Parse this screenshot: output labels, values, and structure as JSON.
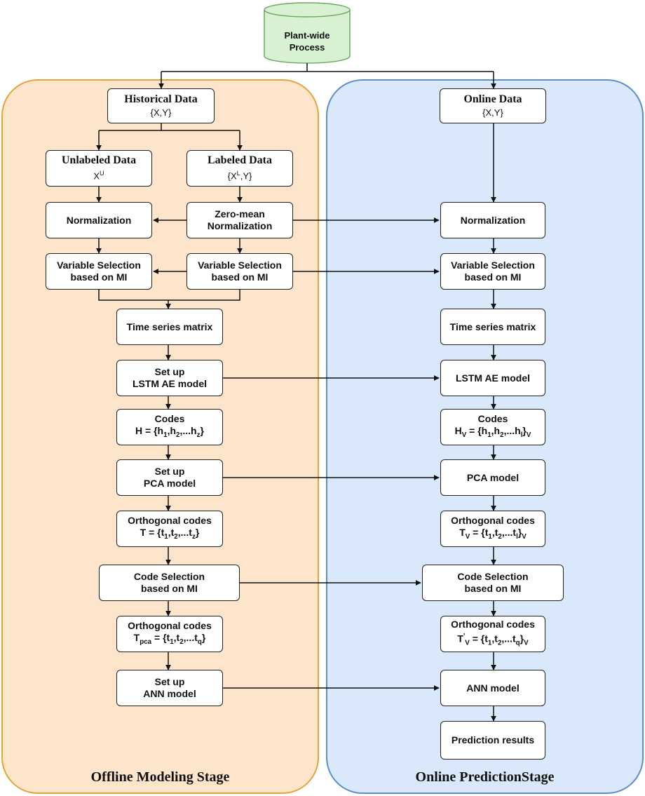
{
  "source": {
    "title_line1": "Plant-wide",
    "title_line2": "Process"
  },
  "offline": {
    "stage_title": "Offline Modeling Stage",
    "historical": {
      "title": "Historical Data",
      "sub": "{X,Y}"
    },
    "unlabeled": {
      "title": "Unlabeled Data",
      "sub": "X",
      "sub_sup": "U"
    },
    "labeled": {
      "title": "Labeled Data",
      "sub_pre": "{X",
      "sub_sup": "L",
      "sub_post": ",Y}"
    },
    "normalization": "Normalization",
    "zero_mean": {
      "line1": "Zero-mean",
      "line2": "Normalization"
    },
    "var_sel_left": {
      "line1": "Variable Selection",
      "line2": "based on MI"
    },
    "var_sel_right": {
      "line1": "Variable Selection",
      "line2": "based on MI"
    },
    "time_series": "Time series matrix",
    "lstm": {
      "line1": "Set up",
      "line2": "LSTM AE model"
    },
    "codes": {
      "line1": "Codes",
      "line2_pre": "H = {h",
      "s1": "1",
      "m1": ",h",
      "s2": "2",
      "m2": ",...h",
      "s3": "z",
      "end": "}"
    },
    "pca": {
      "line1": "Set up",
      "line2": "PCA model"
    },
    "ortho1": {
      "line1": "Orthogonal codes",
      "line2_pre": "T = {t",
      "s1": "1",
      "m1": ",t",
      "s2": "2",
      "m2": ",...t",
      "s3": "z",
      "end": "}"
    },
    "code_sel": {
      "line1": "Code Selection",
      "line2": "based on MI"
    },
    "ortho2": {
      "line1": "Orthogonal codes",
      "l2a": "T",
      "l2sub": "pca",
      "l2b": " = {t",
      "s1": "1",
      "m1": ",t",
      "s2": "2",
      "m2": ",...t",
      "s3": "q",
      "end": "}"
    },
    "ann": {
      "line1": "Set up",
      "line2": "ANN model"
    }
  },
  "online": {
    "stage_title": "Online PredictionStage",
    "online_data": {
      "title": "Online Data",
      "sub": "{X,Y}"
    },
    "normalization": "Normalization",
    "var_sel": {
      "line1": "Variable Selection",
      "line2": "based on MI"
    },
    "time_series": "Time series matrix",
    "lstm": "LSTM AE model",
    "codes": {
      "line1": "Codes",
      "a": "H",
      "asub": "V",
      "b": " = {h",
      "s1": "1",
      "m1": ",h",
      "s2": "2",
      "m2": ",...h",
      "s3": "l",
      "c": "}",
      "csub": "V"
    },
    "pca": "PCA model",
    "ortho1": {
      "line1": "Orthogonal codes",
      "a": "T",
      "asub": "V",
      "b": " = {t",
      "s1": "1",
      "m1": ",t",
      "s2": "2",
      "m2": ",...t",
      "s3": "l",
      "c": "}",
      "csub": "V"
    },
    "code_sel": {
      "line1": "Code Selection",
      "line2": "based on MI"
    },
    "ortho2": {
      "line1": "Orthogonal codes",
      "a": "T",
      "asup": "'",
      "asub": "V",
      "b": " = {t",
      "s1": "1",
      "m1": ",t",
      "s2": "2",
      "m2": ",...t",
      "s3": "q",
      "c": "}",
      "csub": "V"
    },
    "ann": "ANN model",
    "prediction": "Prediction results"
  },
  "colors": {
    "offline_fill": "#fde5cb",
    "offline_border": "#e2a53a",
    "online_fill": "#d9e9fb",
    "online_border": "#5b8fc6",
    "source_fill": "#d8f1d3",
    "source_border": "#6aaa5e"
  }
}
